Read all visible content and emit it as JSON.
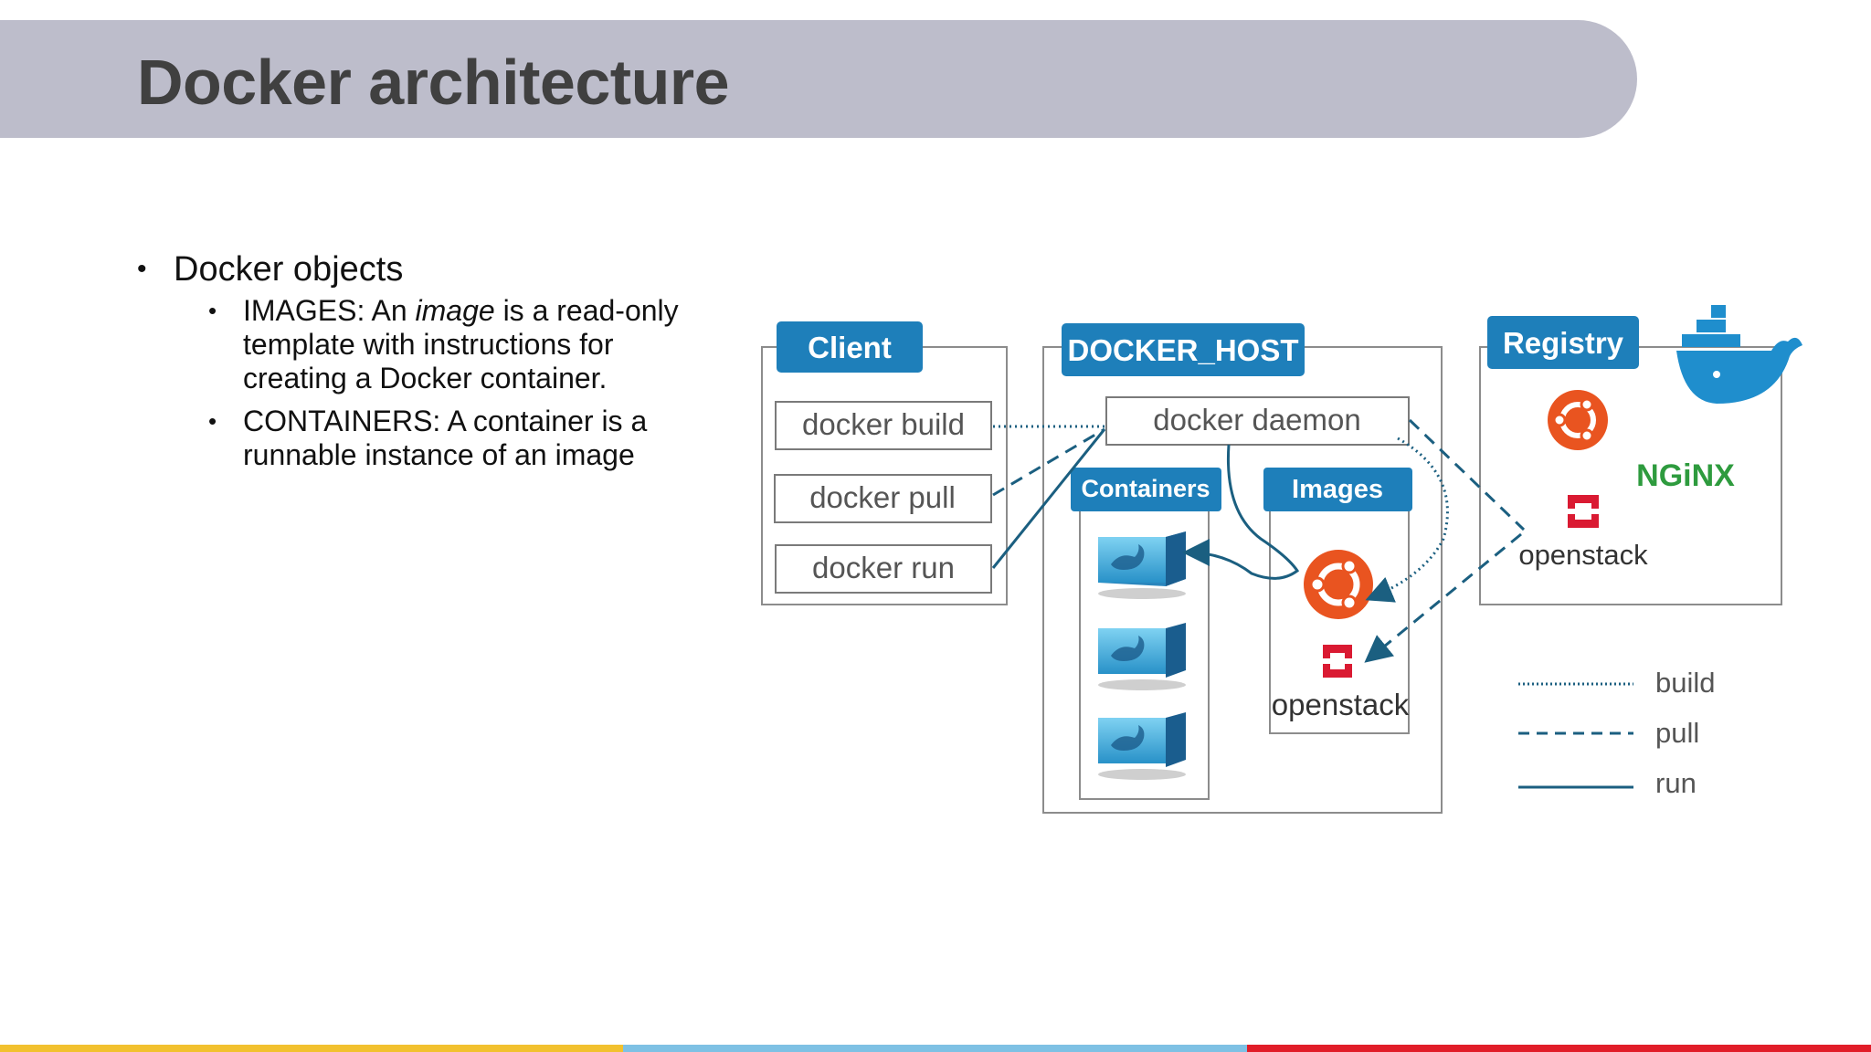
{
  "slide": {
    "title": "Docker architecture"
  },
  "bullets": {
    "main": "Docker objects",
    "images_prefix": "IMAGES: An ",
    "images_em": "image",
    "images_rest": " is a read-only template with instructions for creating a Docker container.",
    "containers": "CONTAINERS: A container is a runnable instance of an image"
  },
  "diagram": {
    "client": {
      "header": "Client",
      "commands": [
        "docker build",
        "docker pull",
        "docker run"
      ]
    },
    "host": {
      "header": "DOCKER_HOST",
      "daemon": "docker daemon",
      "containers": "Containers",
      "images": "Images",
      "image_label": "openstack"
    },
    "registry": {
      "header": "Registry",
      "openstack": "openstack",
      "nginx": "NGiNX"
    },
    "legend": [
      "build",
      "pull",
      "run"
    ],
    "icons": [
      "docker-whale-icon",
      "ubuntu-icon",
      "openstack-icon",
      "container-icon"
    ]
  },
  "colors": {
    "header_blue": "#1e7fba",
    "arrow": "#1b5f80",
    "ubuntu": "#e95420",
    "openstack": "#da1a32",
    "nginx": "#2e9b3e",
    "whale": "#1f8ecd",
    "footer": [
      "#f2c12e",
      "#7ec1e4",
      "#e11d28"
    ]
  }
}
